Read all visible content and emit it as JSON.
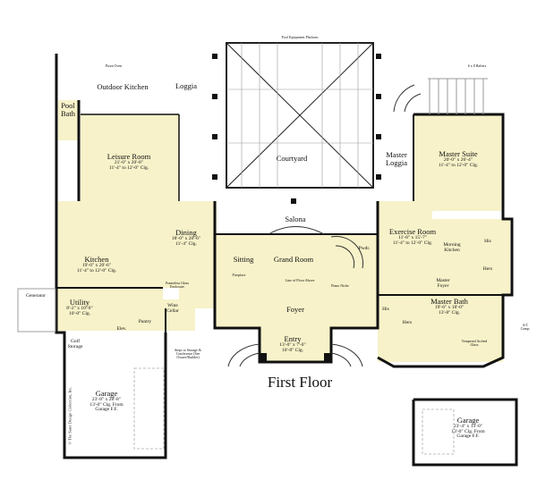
{
  "title": "First Floor",
  "copyright": "© The Sater Design Collection, Inc.",
  "colors": {
    "room_fill": "#f7f2c9",
    "wall": "#111111",
    "outdoor": "#ffffff"
  },
  "rooms": {
    "outdoor_kitchen": {
      "name": "Outdoor Kitchen"
    },
    "loggia": {
      "name": "Loggia"
    },
    "pool_bath": {
      "name": "Pool Bath"
    },
    "courtyard": {
      "name": "Courtyard"
    },
    "leisure": {
      "name": "Leisure Room",
      "dims": "21'-0\" x 20'-8\"",
      "ceiling": "11'-4\" to 12'-0\" Clg."
    },
    "kitchen": {
      "name": "Kitchen",
      "dims": "19'-0\" x 20'-6\"",
      "ceiling": "11'-4\" to 12'-0\" Clg."
    },
    "dining": {
      "name": "Dining",
      "dims": "18'-0\" x 20'-6\"",
      "ceiling": "11'-4\" Clg."
    },
    "salona": {
      "name": "Salona"
    },
    "sitting": {
      "name": "Sitting"
    },
    "grand_room": {
      "name": "Grand Room"
    },
    "foyer": {
      "name": "Foyer"
    },
    "entry": {
      "name": "Entry",
      "dims": "13'-0\" x 7'-0\"",
      "ceiling": "10'-8\" Clg."
    },
    "master_loggia": {
      "name": "Master Loggia"
    },
    "master_suite": {
      "name": "Master Suite",
      "dims": "20'-0\" x 26'-4\"",
      "ceiling": "11'-4\" to 12'-0\" Clg."
    },
    "exercise": {
      "name": "Exercise Room",
      "dims": "11'-8\" x 15'-7\"",
      "ceiling": "11'-4\" to 12'-0\" Clg."
    },
    "pwdr": {
      "name": "Pwdr."
    },
    "morning_kitchen": {
      "name": "Morning Kitchen"
    },
    "his_closet": {
      "name": "His"
    },
    "hers_closet": {
      "name": "Hers"
    },
    "master_foyer": {
      "name": "Master Foyer"
    },
    "master_bath": {
      "name": "Master Bath",
      "dims": "19'-6\" x 18'-0\"",
      "ceiling": "13'-8\" Clg."
    },
    "his_bath": {
      "name": "His"
    },
    "hers_bath": {
      "name": "Hers"
    },
    "utility": {
      "name": "Utility",
      "dims": "8'-2\" x 10'-0\"",
      "ceiling": "10'-0\" Clg."
    },
    "pantry": {
      "name": "Pantry"
    },
    "elev": {
      "name": "Elev."
    },
    "wine_cellar": {
      "name": "Wine Cellar"
    },
    "generator": {
      "name": "Generator"
    },
    "golf_storage": {
      "name": "Golf Storage"
    },
    "garage_left": {
      "name": "Garage",
      "dims": "23'-8\" x 28'-8\"",
      "ceiling": "13'-0\" Clg. From",
      "ceiling2": "Garage F.F."
    },
    "garage_right": {
      "name": "Garage",
      "dims": "23'-4\" x 13'-0\"",
      "ceiling": "13'-0\" Clg. From",
      "ceiling2": "Garage F.F."
    }
  },
  "notes": {
    "pizza_oven": "Pizza Oven",
    "fireplace": "Fireplace",
    "line_of_floor_above": "Line of Floor Above",
    "piano_niche": "Piano Niche",
    "pool_equipment": "Pool Equipment Platform",
    "stairs_storage": "Steps to Storage & Conference (See Owner/Builder)",
    "freedom_glass": "Frameless Glass Enclosure",
    "ac_comp": "A/C Comp.",
    "tempered_glass": "Tempered Arched Glass",
    "rafters": "6 x 8 Rafters"
  }
}
